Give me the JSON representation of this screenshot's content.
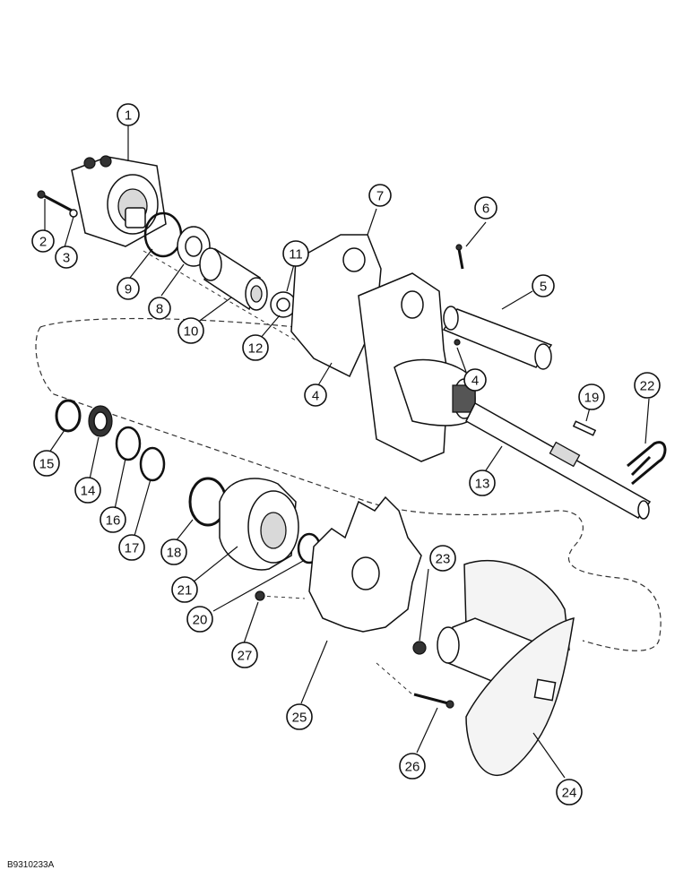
{
  "figure_code": "B9310233A",
  "callouts": [
    "1",
    "2",
    "3",
    "4",
    "5",
    "6",
    "7",
    "8",
    "9",
    "10",
    "11",
    "12",
    "13",
    "14",
    "15",
    "16",
    "17",
    "18",
    "19",
    "20",
    "21",
    "22",
    "23",
    "24",
    "25",
    "26",
    "27"
  ]
}
